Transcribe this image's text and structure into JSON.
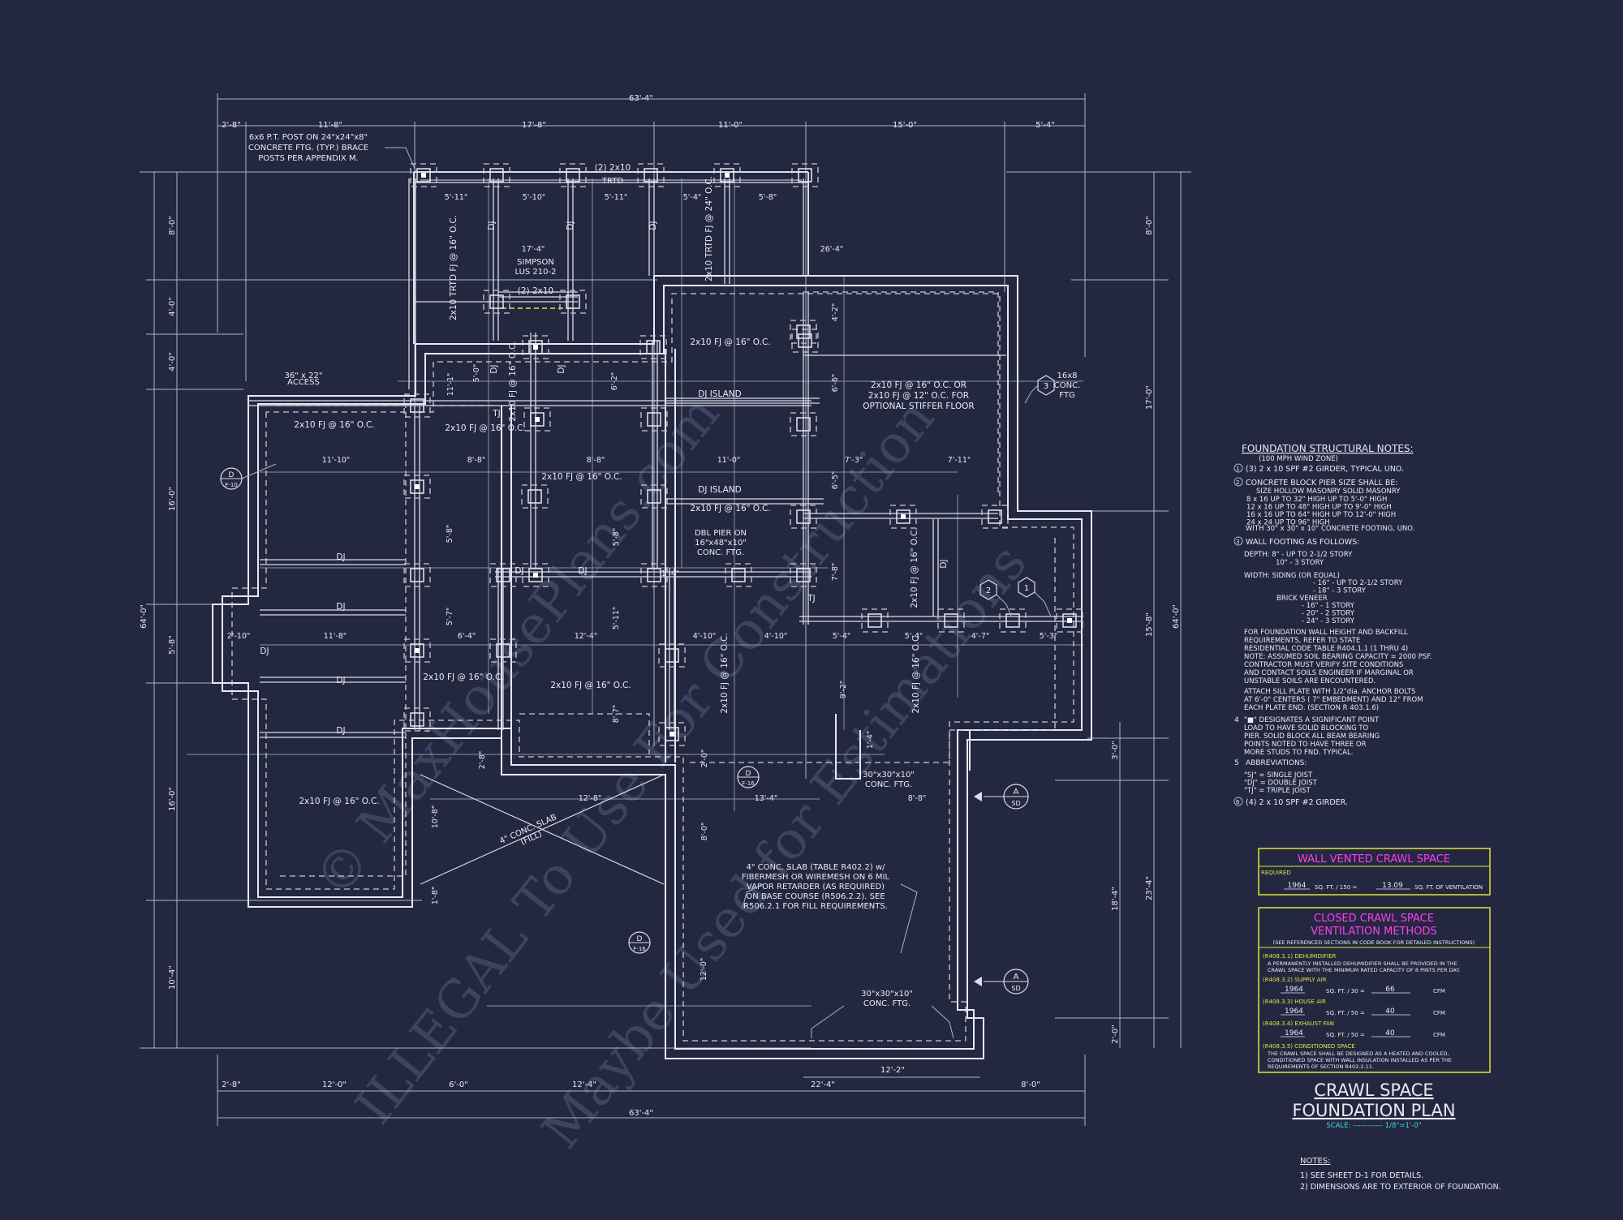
{
  "plan": {
    "overall_width_top": "63'-4\"",
    "overall_width_bottom": "63'-4\"",
    "overall_height_left": "64'-0\"",
    "overall_height_right": "64'-0\"",
    "top_dims": [
      "2'-8\"",
      "11'-8\"",
      "17'-8\"",
      "11'-0\"",
      "15'-0\"",
      "5'-4\""
    ],
    "bottom_dims": [
      "2'-8\"",
      "12'-0\"",
      "6'-0\"",
      "12'-4\"",
      "22'-4\"",
      "8'-0\"",
      "12'-2\""
    ],
    "left_dims": [
      "8'-0\"",
      "4'-0\"",
      "4'-0\"",
      "16'-0\"",
      "5'-8\"",
      "16'-0\"",
      "10'-4\""
    ],
    "right_dims": [
      "8'-0\"",
      "17'-0\"",
      "15'-8\"",
      "3'-0\"",
      "23'-4\"",
      "18'-4\"",
      "2'-0\""
    ],
    "inner_dims": [
      "5'-11\"",
      "5'-10\"",
      "5'-11\"",
      "5'-4\"",
      "5'-8\"",
      "17'-4\"",
      "26'-4\"",
      "11'-10\"",
      "8'-8\"",
      "8'-8\"",
      "11'-0\"",
      "7'-3\"",
      "7'-11\"",
      "11'-8\"",
      "6'-4\"",
      "12'-4\"",
      "4'-10\"",
      "4'-10\"",
      "5'-4\"",
      "5'-4\"",
      "4'-7\"",
      "5'-3\"",
      "2'-10\"",
      "12'-8\"",
      "13'-4\"",
      "8'-8\"",
      "11'-1\"",
      "5'-0\"",
      "6'-2\"",
      "6'-6\"",
      "6'-5\"",
      "5'-8\"",
      "5'-8\"",
      "5'-7\"",
      "5'-11\"",
      "8'-7\"",
      "9'-2\"",
      "7'-8\"",
      "4'-2\"",
      "1'-4\"",
      "1'-4\"",
      "2'-8\"",
      "2'-0\"",
      "10'-8\"",
      "1'-8\"",
      "8'-0\"",
      "12'-0\""
    ],
    "callout_post": "6x6 P.T. POST ON 24\"x24\"x8\" CONCRETE FTG. (TYP.) BRACE POSTS PER APPENDIX M.",
    "girder_top": "(2) 2x10",
    "girder_top_sub": "TRTD",
    "trtd_vertical_1": "2x10 TRTD FJ @ 16\" O.C.",
    "trtd_vertical_2": "2x10 TRTD FJ @ 24\" O.C.",
    "simpson": "SIMPSON LUS 210-2",
    "girder_mid": "(2) 2x10",
    "access": "36\" x 22\" ACCESS",
    "fj_a": "2x10 FJ @ 16\" O.C.",
    "fj_b": "2x10 FJ @ 16\" O.C.",
    "fj_c": "2x10 FJ @ 16\" O.C.",
    "fj_d": "2x10 FJ @ 16\" O.C.",
    "fj_e": "2x10 FJ @ 16\" O.C.",
    "fj_f": "2x10 FJ @ 16\" O.C.",
    "fj_g": "2x10 FJ @ 16\" O.C.",
    "fj_h": "2x10 FJ @ 16\" O.C.",
    "fj_i": "2x10 FJ @ 16\" O.C.",
    "fj_j": "2x10 FJ @ 16\" O.C.",
    "fj_k": "2x10 FJ @ 16\" O.C.",
    "fj_l": "2x10 FJ @ 16\" O.C.",
    "stiffer_floor": "2x10 FJ @ 16\" O.C. OR 2x10 FJ @ 12\" O.C. FOR OPTIONAL STIFFER FLOOR",
    "dj_island_1": "DJ ISLAND",
    "dj_island_2": "DJ ISLAND",
    "dj": "DJ",
    "tj": "TJ",
    "dbl_pier": "DBL PIER ON 16\"x48\"x10\" CONC. FTG.",
    "conc_ftg_1": "16x8 CONC. FTG",
    "conc_ftg_2": "30\"x30\"x10\" CONC. FTG.",
    "conc_ftg_3": "30\"x30\"x10\" CONC. FTG.",
    "slab_note": "4\" CONC. SLAB (TABLE R402.2) w/ FIBERMESH OR WIREMESH ON 6 MIL VAPOR RETARDER (AS REQUIRED) ON BASE COURSE (R506.2.2). SEE R506.2.1 FOR FILL REQUIREMENTS.",
    "conc_slab_small": "4\" CONC. SLAB (FILL)",
    "sections": [
      {
        "top": "D",
        "bottom": "F-10"
      },
      {
        "top": "D",
        "bottom": "F-16"
      },
      {
        "top": "D",
        "bottom": "F-16"
      },
      {
        "top": "A",
        "bottom": "SD"
      },
      {
        "top": "A",
        "bottom": "SD"
      }
    ],
    "tag_1": "1",
    "tag_2": "2",
    "tag_3": "3"
  },
  "notes": {
    "title": "FOUNDATION STRUCTURAL NOTES:",
    "subtitle": "(100 MPH WIND ZONE)",
    "n1": "(3) 2 x 10 SPF #2 GIRDER, TYPICAL UNO.",
    "n2": "CONCRETE BLOCK PIER SIZE SHALL BE:",
    "pier_head": "SIZE      HOLLOW MASONRY    SOLID MASONRY",
    "pier_rows": [
      "8 x 16      UP TO 32\" HIGH       UP TO 5'-0\" HIGH",
      "12 x 16     UP TO 48\" HIGH       UP TO 9'-0\" HIGH",
      "16 x 16     UP TO 64\" HIGH       UP TO 12'-0\" HIGH",
      "24 x 24     UP TO 96\" HIGH"
    ],
    "pier_foot": "WITH 30\" x 30\" x 10\" CONCRETE FOOTING, UNO.",
    "n3": "WALL FOOTING AS FOLLOWS:",
    "depth": "DEPTH:  8\" - UP TO 2-1/2 STORY",
    "depth2": "10\" - 3 STORY",
    "width": "WIDTH:  SIDING (OR EQUAL)",
    "width_rows": [
      "- 16\" - UP TO 2-1/2 STORY",
      "- 18\" - 3 STORY"
    ],
    "brick": "BRICK VENEER",
    "brick_rows": [
      "- 16\" - 1 STORY",
      "- 20\" - 2 STORY",
      "- 24\" - 3 STORY"
    ],
    "para1": [
      "FOR FOUNDATION WALL HEIGHT AND BACKFILL",
      "REQUIREMENTS, REFER TO STATE",
      "RESIDENTIAL CODE TABLE R404.1.1 (1 THRU 4)",
      "NOTE: ASSUMED SOIL BEARING CAPACITY = 2000 PSF.",
      "CONTRACTOR MUST VERIFY SITE CONDITIONS",
      "AND CONTACT SOILS ENGINEER IF MARGINAL OR",
      "UNSTABLE SOILS ARE ENCOUNTERED."
    ],
    "para2": [
      "ATTACH SILL PLATE WITH 1/2\"dia. ANCHOR BOLTS",
      "AT 6'-0\" CENTERS ( 7\" EMBEDMENT) AND 12\" FROM",
      "EACH PLATE END. (SECTION R 403.1.6)"
    ],
    "n4": [
      "\"■\" DESIGNATES A SIGNIFICANT POINT",
      "LOAD TO HAVE SOLID BLOCKING TO",
      "PIER. SOLID BLOCK ALL BEAM BEARING",
      "POINTS NOTED TO HAVE THREE OR",
      "MORE STUDS TO FND. TYPICAL."
    ],
    "n5": "ABBREVIATIONS:",
    "abbr": [
      "\"SJ\" = SINGLE JOIST",
      "\"DJ\" = DOUBLE JOIST",
      "\"TJ\" = TRIPLE JOIST"
    ],
    "n6": "(4) 2 x 10 SPF #2 GIRDER."
  },
  "vent_box": {
    "title": "WALL VENTED CRAWL SPACE",
    "required": "REQUIRED",
    "area": "1964",
    "sqft_per": "SQ. FT. / 150 =",
    "result": "13.09",
    "unit": "SQ. FT. OF VENTILATION"
  },
  "closed_box": {
    "title1": "CLOSED CRAWL SPACE",
    "title2": "VENTILATION METHODS",
    "subtitle": "(SEE REFERENCED SECTIONS IN CODE BOOK FOR DETAILED INSTRUCTIONS)",
    "dehum_head": "(R408.3.1) DEHUMIDIFIER",
    "dehum_text": [
      "A PERMANENTLY INSTALLED DEHUMIDIFIER SHALL BE PROVIDED IN THE",
      "CRAWL SPACE WITH THE MINIMUM RATED CAPACITY OF 8 PINTS PER DAY."
    ],
    "rows": [
      {
        "head": "(R408.3.2) SUPPLY AIR",
        "area": "1964",
        "per": "SQ. FT. / 30 =",
        "val": "66",
        "unit": "CFM"
      },
      {
        "head": "(R408.3.3) HOUSE AIR",
        "area": "1964",
        "per": "SQ. FT. / 50 =",
        "val": "40",
        "unit": "CFM"
      },
      {
        "head": "(R408.3.4) EXHAUST FAN",
        "area": "1964",
        "per": "SQ. FT. / 50 =",
        "val": "40",
        "unit": "CFM"
      }
    ],
    "cond_head": "(R408.3.5) CONDITIONED SPACE",
    "cond_text": [
      "THE CRAWL SPACE SHALL BE DESIGNED AS A HEATED AND COOLED,",
      "CONDITIONED SPACE WITH WALL INSULATION INSTALLED AS PER THE",
      "REQUIREMENTS OF SECTION R402.2.11."
    ]
  },
  "title_block": {
    "line1": "CRAWL SPACE",
    "line2": "FOUNDATION PLAN",
    "scale": "SCALE: ------------ 1/8\"=1'-0\""
  },
  "footer_notes": {
    "head": "NOTES:",
    "items": [
      "1) SEE SHEET D-1 FOR DETAILS.",
      "2) DIMENSIONS ARE TO EXTERIOR OF FOUNDATION."
    ]
  },
  "watermark": {
    "line1": "© MaxHousePlans.com",
    "line2": "ILLEGAL To Use For Construction",
    "line3": "Maybe Used for Estimations"
  },
  "colors": {
    "background": "#232840",
    "lines": "#d9dce8",
    "magenta": "#ff3cf0",
    "yellow": "#e3e23a",
    "cyan": "#3fd7e8",
    "watermark": "#3d4360"
  }
}
